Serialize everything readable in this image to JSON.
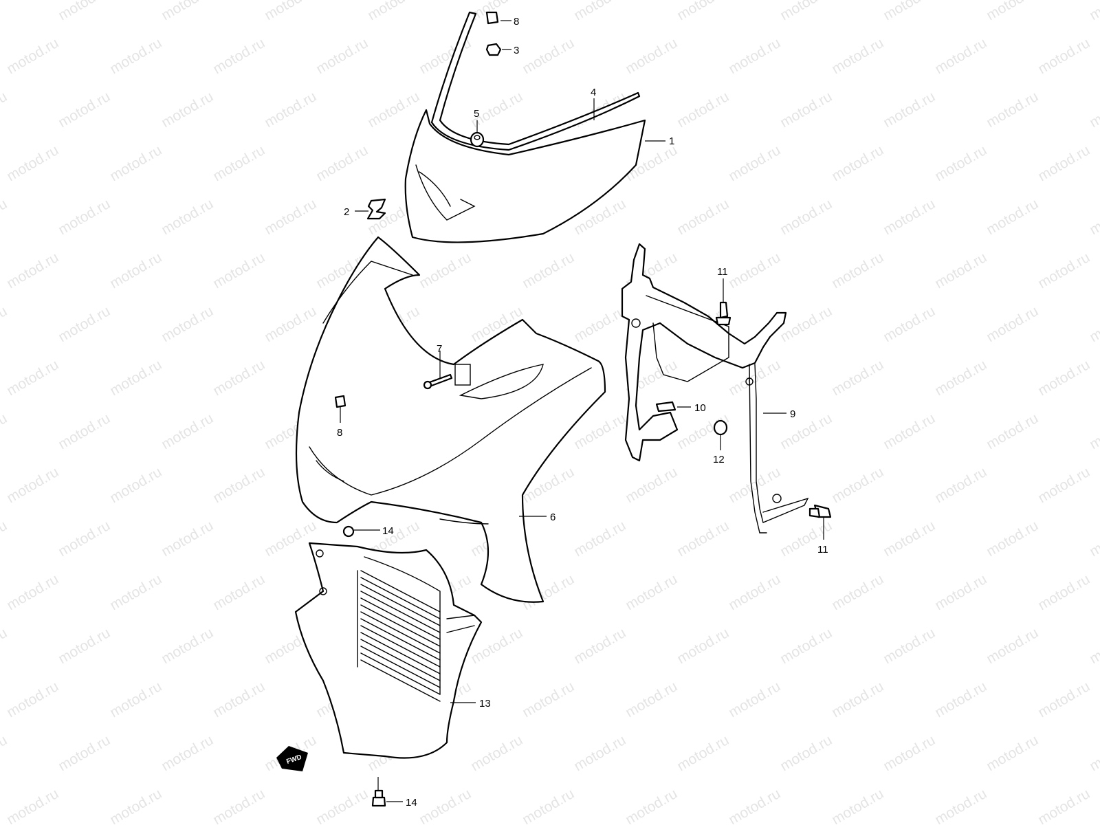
{
  "watermark": "motod.ru",
  "direction_badge": "FWD",
  "callouts": {
    "c1": "1",
    "c2": "2",
    "c3": "3",
    "c4": "4",
    "c5": "5",
    "c6": "6",
    "c7": "7",
    "c8a": "8",
    "c8b": "8",
    "c9": "9",
    "c10": "10",
    "c11a": "11",
    "c11b": "11",
    "c12": "12",
    "c13": "13",
    "c14a": "14",
    "c14b": "14"
  },
  "colors": {
    "line": "#000000",
    "background": "#ffffff",
    "watermark": "#cfcfcf"
  }
}
